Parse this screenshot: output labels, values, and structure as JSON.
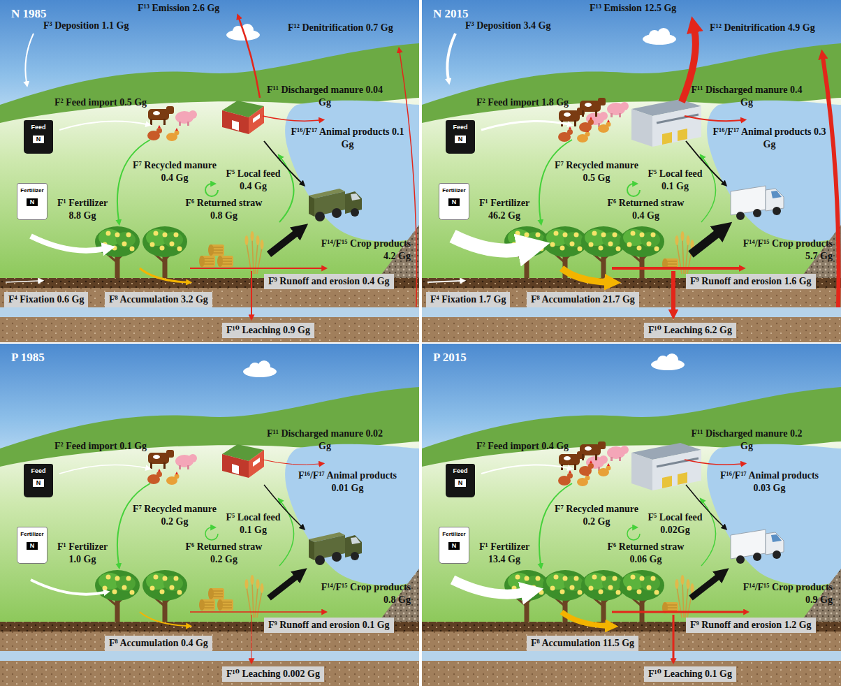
{
  "diagram": {
    "nodes": [
      {
        "text": [
          "N 1985"
        ]
      },
      {
        "text": [
          "Feed",
          "N"
        ],
        "in": 0
      },
      {
        "text": [
          "Fertilizer",
          "N"
        ],
        "in": 0
      },
      {
        "text": [
          "F⁹ Runoff and erosion 0.4 Gg"
        ],
        "in": 0
      },
      {
        "text": [
          "F⁴ Fixation 0.6 Gg"
        ],
        "in": 0
      },
      {
        "text": [
          "F⁸ Accumulation 3.2 Gg"
        ],
        "in": 0
      },
      {
        "text": [
          "F¹⁰ Leaching 0.9 Gg"
        ],
        "in": 0
      },
      {
        "text": [
          "N 2015"
        ]
      },
      {
        "text": [
          "Feed",
          "N"
        ],
        "in": 7
      },
      {
        "text": [
          "Fertilizer",
          "N"
        ],
        "in": 7
      },
      {
        "text": [
          "F⁹ Runoff and erosion 1.6 Gg"
        ],
        "in": 7
      },
      {
        "text": [
          "F⁴ Fixation 1.7 Gg"
        ],
        "in": 7
      },
      {
        "text": [
          "F⁸ Accumulation 21.7 Gg"
        ],
        "in": 7
      },
      {
        "text": [
          "F¹⁰ Leaching 6.2 Gg"
        ],
        "in": 7
      },
      {
        "text": [
          "P 1985"
        ]
      },
      {
        "text": [
          "Feed",
          "N"
        ],
        "in": 14
      },
      {
        "text": [
          "Fertilizer",
          "N"
        ],
        "in": 14
      },
      {
        "text": [
          "F⁹ Runoff and erosion 0.1 Gg"
        ],
        "in": 14
      },
      {
        "text": [
          "F⁸ Accumulation 0.4 Gg"
        ],
        "in": 14
      },
      {
        "text": [
          "F¹⁰ Leaching 0.002 Gg"
        ],
        "in": 14
      },
      {
        "text": [
          "P 2015"
        ]
      },
      {
        "text": [
          "Feed",
          "N"
        ],
        "in": 20
      },
      {
        "text": [
          "Fertilizer",
          "N"
        ],
        "in": 20
      },
      {
        "text": [
          "F⁹ Runoff and erosion 1.2 Gg"
        ],
        "in": 20
      },
      {
        "text": [
          "F⁸ Accumulation 11.5 Gg"
        ],
        "in": 20
      },
      {
        "text": [
          "F¹⁰ Leaching 0.1 Gg"
        ],
        "in": 20
      }
    ],
    "labels": [
      "F¹³ Emission 2.6 Gg",
      "F³ Deposition 1.1 Gg",
      "F¹² Denitrification 0.7 Gg",
      "F² Feed import 0.5 Gg",
      "F¹¹ Discharged manure 0.04 Gg",
      "F¹⁶/F¹⁷ Animal products 0.1 Gg",
      "F⁷ Recycled manure 0.4 Gg",
      "F⁵ Local feed 0.4 Gg",
      "F¹ Fertilizer 8.8 Gg",
      "F⁶ Returned straw 0.8 Gg",
      "F¹⁴/F¹⁵ Crop products 4.2 Gg",
      "F¹³ Emission 12.5 Gg",
      "F³ Deposition 3.4 Gg",
      "F¹² Denitrification 4.9 Gg",
      "F² Feed import 1.8 Gg",
      "F¹¹ Discharged manure 0.4 Gg",
      "F¹⁶/F¹⁷ Animal products 0.3 Gg",
      "F⁷ Recycled manure 0.5 Gg",
      "F⁵ Local feed 0.1 Gg",
      "F¹ Fertilizer 46.2 Gg",
      "F⁶ Returned straw 0.4 Gg",
      "F¹⁴/F¹⁵ Crop products 5.7 Gg",
      "F² Feed import 0.1 Gg",
      "F¹¹ Discharged manure 0.02 Gg",
      "F¹⁶/F¹⁷ Animal products 0.01 Gg",
      "F⁷ Recycled manure 0.2 Gg",
      "F⁵ Local feed 0.1 Gg",
      "F¹ Fertilizer 1.0 Gg",
      "F⁶ Returned straw 0.2 Gg",
      "F¹⁴/F¹⁵ Crop products 0.8 Gg",
      "F² Feed import 0.4 Gg",
      "F¹¹ Discharged manure 0.2 Gg",
      "F¹⁶/F¹⁷ Animal products 0.03 Gg",
      "F⁷ Recycled manure 0.2 Gg",
      "F⁵ Local feed 0.02Gg",
      "F¹ Fertilizer 13.4 Gg",
      "F⁶ Returned straw 0.06 Gg",
      "F¹⁴/F¹⁵ Crop products 0.9 Gg"
    ]
  }
}
